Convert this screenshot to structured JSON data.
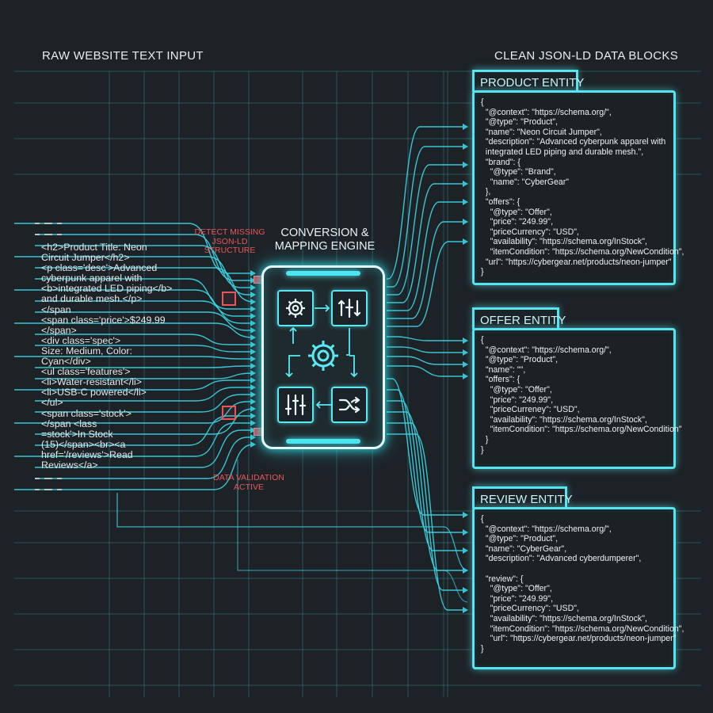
{
  "headings": {
    "input": "RAW WEBSITE TEXT INPUT",
    "output": "CLEAN JSON-LD DATA BLOCKS"
  },
  "raw_input": [
    "<h2>Product Title: Neon",
    "Circuit Jumper</h2>",
    "<p class='desc'>Advanced",
    "cyberpunk apparel with",
    "<b>integrated LED piping</b>",
    "and durable mesh.</p>",
    "</span",
    "<span class='price'>$249.99",
    "</span>",
    "<div class='spec'>",
    "Size: Medium, Color:",
    "Cyan</div>",
    "<ul class='features'>",
    "<li>Water-resistant</li>",
    "<li>USB-C powered</li>",
    "</ul>",
    "<span class='stock'>",
    "</span <lass",
    "=stock'>In Stock",
    "(15)</span><br><a",
    "href='/reviews'>Read",
    "Reviews</a>"
  ],
  "engine": {
    "title": "CONVERSION &\nMAPPING ENGINE",
    "icons": [
      "gear-icon",
      "sliders-icon",
      "large-gear-icon",
      "equalizer-icon",
      "shuffle-icon"
    ]
  },
  "annotations": {
    "detect": "DETECT MISSING\nJSON-LD\nSTRUCTURE",
    "validation": "DATA VALIDATION\nACTIVE"
  },
  "entities": [
    {
      "title": "PRODUCT ENTITY",
      "lines": [
        "{",
        "  \"@context\": \"https://schema.org/\",",
        "  \"@type\": \"Product\",",
        "  \"name\": \"Neon Circuit Jumper\",",
        "  \"description\": \"Advanced cyberpunk apparel with",
        "  integrated LED piping and durable mesh.\",",
        "  \"brand\": {",
        "    \"@type\": \"Brand\",",
        "    \"name\": \"CyberGear\"",
        "  },",
        "  \"offers\": {",
        "    \"@type\": \"Offer\",",
        "    \"price\": \"249.99\",",
        "    \"priceCurrency\": \"USD\",",
        "    \"availability\": \"https://schema.org/InStock\",",
        "    \"itemCondition\": \"https://schema.org/NewCondition\",",
        "  \"url\": \"https://cybergear.net/products/neon-jumper\"",
        "}"
      ]
    },
    {
      "title": "OFFER ENTITY",
      "lines": [
        "{",
        "  \"@context\": \"https://schema.org/\",",
        "  \"@type\": \"Product\",",
        "  \"name\": \"\",",
        "  \"offers\": {",
        "    \"@type\": \"Offer\",",
        "    \"price\": \"249.99\",",
        "    \"priceCurreney\": \"USD\",",
        "    \"availability\": \"https://schema.org/InStock\",",
        "    \"itemCondition\": \"https://schema.org/NewCondition\"",
        "  }",
        "}"
      ]
    },
    {
      "title": "REVIEW ENTITY",
      "lines": [
        "{",
        "  \"@context\": \"https://schema.org/\",",
        "  \"@type\": \"Product\",",
        "  \"name\": \"CyberGear\",",
        "  \"description\": \"Advanced cyberdumperer\",",
        "",
        "  \"review\": {",
        "    \"@type\": \"Offer\",",
        "    \"price\": \"249.99\",",
        "    \"priceCurrency\": \"USD\",",
        "    \"availability\": \"https://schema.org/InStock\",",
        "    \"itemCondition\": \"https://schema.org/NewCondition\",",
        "    \"url\": \"https://cybergear.net/products/neon-jumper\"",
        "}"
      ]
    }
  ],
  "colors": {
    "background": "#1d2226",
    "grid": "#2f7d86",
    "wire": "#3cd6e6",
    "glow": "#56e4f0",
    "alert": "#e8555b"
  }
}
